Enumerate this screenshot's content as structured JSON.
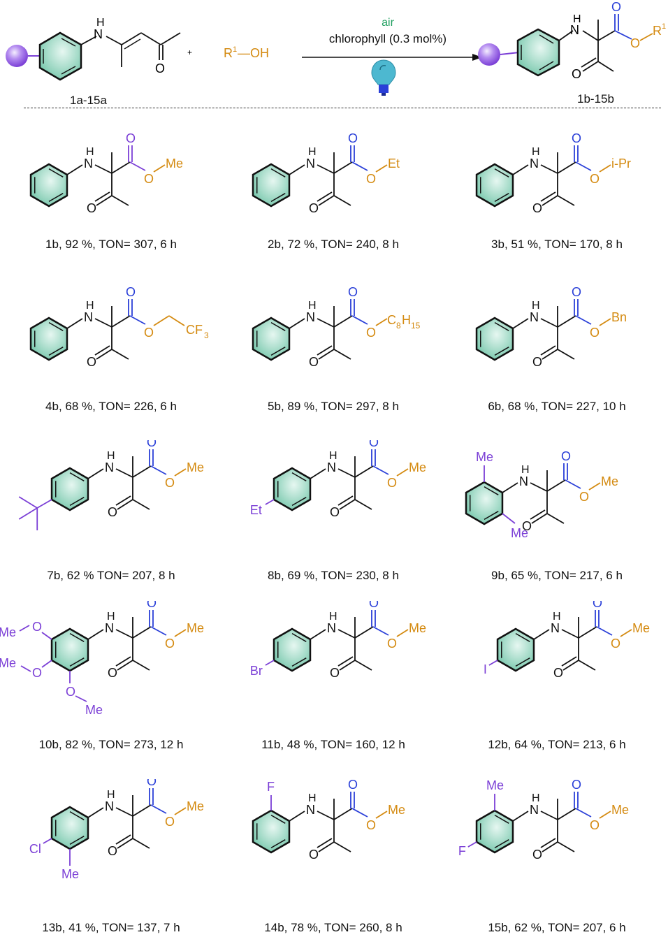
{
  "scheme": {
    "reactant_label": "1a-15a",
    "reagent_label": "R",
    "reagent_sup": "1",
    "reagent_suffix": "—OH",
    "plus": "+",
    "condition_top": "air",
    "condition_catalyst": "chlorophyll (0.3 mol%)",
    "product_label": "1b-15b",
    "product_r": "R",
    "product_r_sup": "1",
    "light_icon": "lightbulb-icon",
    "colors": {
      "ring_fill": "#8fd4bd",
      "substituent": "#7b3fd6",
      "carbonyl_o": "#2a3fd8",
      "ester_group": "#d48a10",
      "air": "#20a060",
      "bulb": "#4db8d0"
    }
  },
  "compounds": [
    {
      "id": "1b",
      "yield": "92 %",
      "ton": "307",
      "time": "6 h",
      "caption": "1b, 92 %, TON= 307, 6 h",
      "ester": "Me",
      "subs": [],
      "o_color": "#7b3fd6"
    },
    {
      "id": "2b",
      "yield": "72 %",
      "ton": "240",
      "time": "8 h",
      "caption": "2b, 72 %, TON= 240, 8 h",
      "ester": "Et",
      "subs": []
    },
    {
      "id": "3b",
      "yield": "51 %",
      "ton": "170",
      "time": "8 h",
      "caption": "3b, 51 %, TON= 170, 8 h",
      "ester": "i-Pr",
      "subs": []
    },
    {
      "id": "4b",
      "yield": "68 %",
      "ton": "226",
      "time": "6 h",
      "caption": "4b, 68 %, TON= 226, 6 h",
      "ester": "CH2CF3",
      "subs": []
    },
    {
      "id": "5b",
      "yield": "89 %",
      "ton": "297",
      "time": "8 h",
      "caption": "5b, 89 %, TON= 297, 8 h",
      "ester": "C8H15",
      "subs": []
    },
    {
      "id": "6b",
      "yield": "68 %",
      "ton": "227",
      "time": "10 h",
      "caption": "6b, 68 %, TON= 227, 10 h",
      "ester": "Bn",
      "subs": []
    },
    {
      "id": "7b",
      "yield": "62 %",
      "ton": "207",
      "time": "8 h",
      "caption": "7b, 62 % TON= 207, 8 h",
      "ester": "Me",
      "subs": [
        "para-tBu"
      ]
    },
    {
      "id": "8b",
      "yield": "69 %",
      "ton": "230",
      "time": "8 h",
      "caption": "8b, 69 %, TON= 230, 8 h",
      "ester": "Me",
      "subs": [
        "para-Et"
      ]
    },
    {
      "id": "9b",
      "yield": "65 %",
      "ton": "217",
      "time": "6 h",
      "caption": "9b, 65 %, TON= 217, 6 h",
      "ester": "Me",
      "subs": [
        "2-Me",
        "6-Me"
      ]
    },
    {
      "id": "10b",
      "yield": "82 %",
      "ton": "273",
      "time": "12 h",
      "caption": "10b, 82 %, TON= 273, 12 h",
      "ester": "Me",
      "subs": [
        "3-OMe",
        "4-OMe",
        "5-OMe"
      ]
    },
    {
      "id": "11b",
      "yield": "48 %",
      "ton": "160",
      "time": "12 h",
      "caption": "11b, 48 %, TON= 160, 12 h",
      "ester": "Me",
      "subs": [
        "para-Br"
      ]
    },
    {
      "id": "12b",
      "yield": "64 %",
      "ton": "213",
      "time": "6 h",
      "caption": "12b, 64 %, TON= 213, 6 h",
      "ester": "Me",
      "subs": [
        "para-I"
      ]
    },
    {
      "id": "13b",
      "yield": "41 %",
      "ton": "137",
      "time": "7 h",
      "caption": "13b, 41 %, TON= 137,  7 h",
      "ester": "Me",
      "subs": [
        "4-Cl",
        "3-Me"
      ]
    },
    {
      "id": "14b",
      "yield": "78 %",
      "ton": "260",
      "time": "8 h",
      "caption": "14b, 78 %, TON= 260, 8 h",
      "ester": "Me",
      "subs": [
        "2-F"
      ]
    },
    {
      "id": "15b",
      "yield": "62 %",
      "ton": "207",
      "time": "6 h",
      "caption": "15b, 62 %, TON= 207, 6 h",
      "ester": "Me",
      "subs": [
        "2-Me",
        "4-F"
      ]
    }
  ],
  "atoms": {
    "N": "N",
    "H": "H",
    "O": "O",
    "Me": "Me",
    "Et": "Et",
    "iPr": "i-Pr",
    "Bn": "Bn",
    "CF": "CF",
    "CF_sub": "3",
    "C8": "C",
    "C8_sub1": "8",
    "C8_H": "H",
    "C8_sub2": "15",
    "Br": "Br",
    "I": "I",
    "Cl": "Cl",
    "F": "F"
  }
}
